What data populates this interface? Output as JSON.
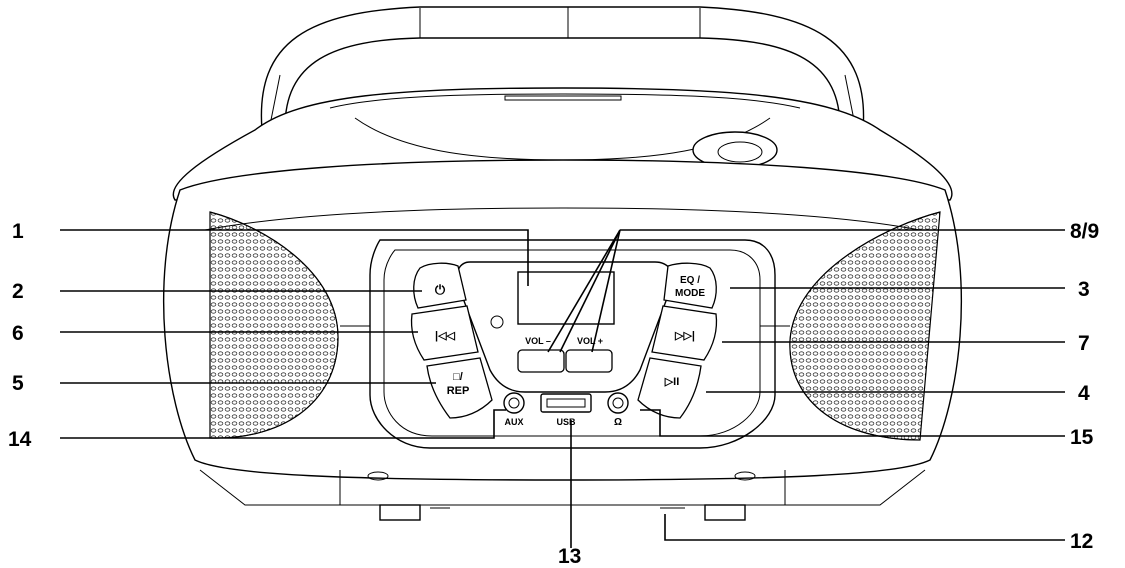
{
  "callouts": {
    "c1": "1",
    "c2": "2",
    "c3": "3",
    "c4": "4",
    "c5": "5",
    "c6": "6",
    "c7": "7",
    "c89": "8/9",
    "c12": "12",
    "c13": "13",
    "c14": "14",
    "c15": "15"
  },
  "buttons": {
    "eq_line1": "EQ /",
    "eq_line2": "MODE",
    "rep_line1": "□/",
    "rep_line2": "REP",
    "vol_minus": "VOL –",
    "vol_plus": "VOL +",
    "prev_symbol": "|◁◁",
    "next_symbol": "▷▷|",
    "play_symbol": "▷II",
    "power_symbol": "⏻"
  },
  "ports": {
    "aux": "AUX",
    "usb": "USB",
    "headphone": "Ω"
  },
  "colors": {
    "line": "#000000",
    "body": "#ffffff"
  }
}
